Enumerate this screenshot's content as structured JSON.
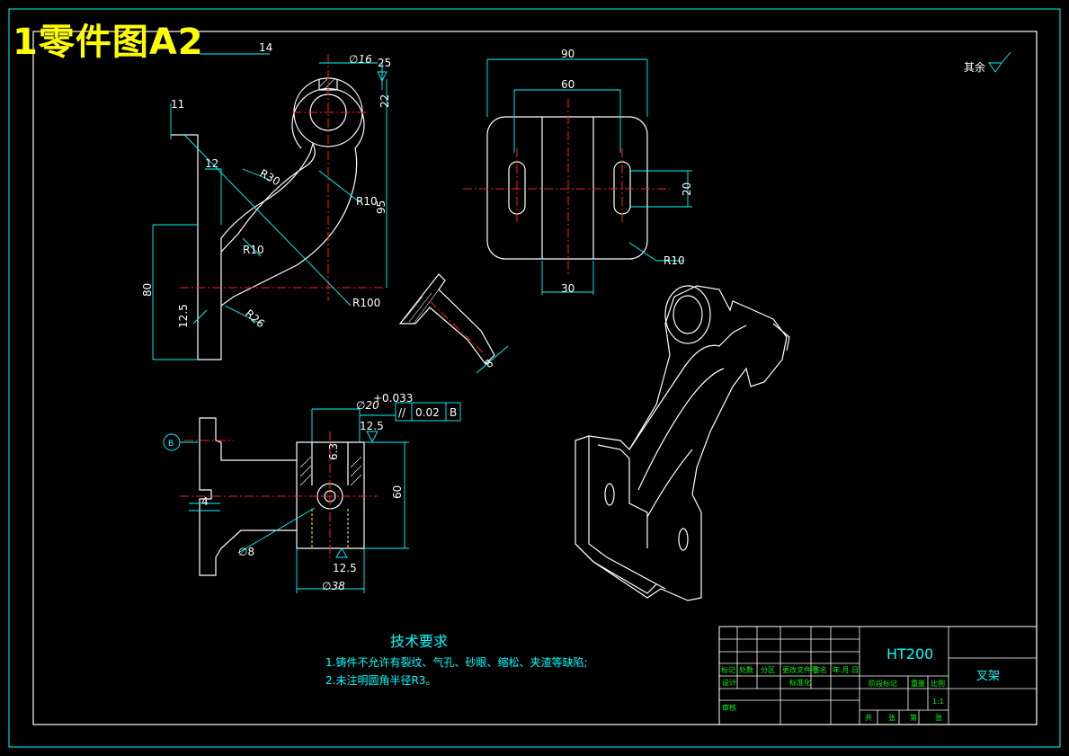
{
  "overlay_title": "1零件图A2",
  "roughness_note": "其余",
  "front_view": {
    "dims": [
      "14",
      "∅16",
      "25",
      "22",
      "11",
      "12",
      "R30",
      "R10",
      "95",
      "R10",
      "80",
      "12.5",
      "R26",
      "R100"
    ]
  },
  "top_view": {
    "dims": [
      "90",
      "60",
      "20",
      "R10",
      "30"
    ]
  },
  "section_view": {
    "dims": [
      "8"
    ]
  },
  "side_view": {
    "datum": "B",
    "tolerance": "∅20",
    "tolerance_dev": "+0.033",
    "gtol_value": "0.02",
    "gtol_datum": "B",
    "dims": [
      "12.5",
      "6.3",
      "60",
      "4",
      "∅8",
      "12.5",
      "∅38"
    ]
  },
  "tech_requirements": {
    "title": "技术要求",
    "items": [
      "1.铸件不允许有裂纹、气孔、砂眼、缩松、夹渣等缺陷;",
      "2.未注明圆角半径R3。"
    ]
  },
  "title_block": {
    "material": "HT200",
    "part_name": "叉架",
    "rev_headers": [
      "标记",
      "处数",
      "分区",
      "更改文件号",
      "签名",
      "年.月.日"
    ],
    "design_label": "设计",
    "standard_label": "标准化",
    "review_label": "审核",
    "stage_label": "阶段标记",
    "weight_label": "重量",
    "scale_label": "比例",
    "scale_value": "1:1",
    "sheets_total": "共",
    "sheets_unit1": "张",
    "sheets_this": "第",
    "sheets_unit2": "张"
  }
}
